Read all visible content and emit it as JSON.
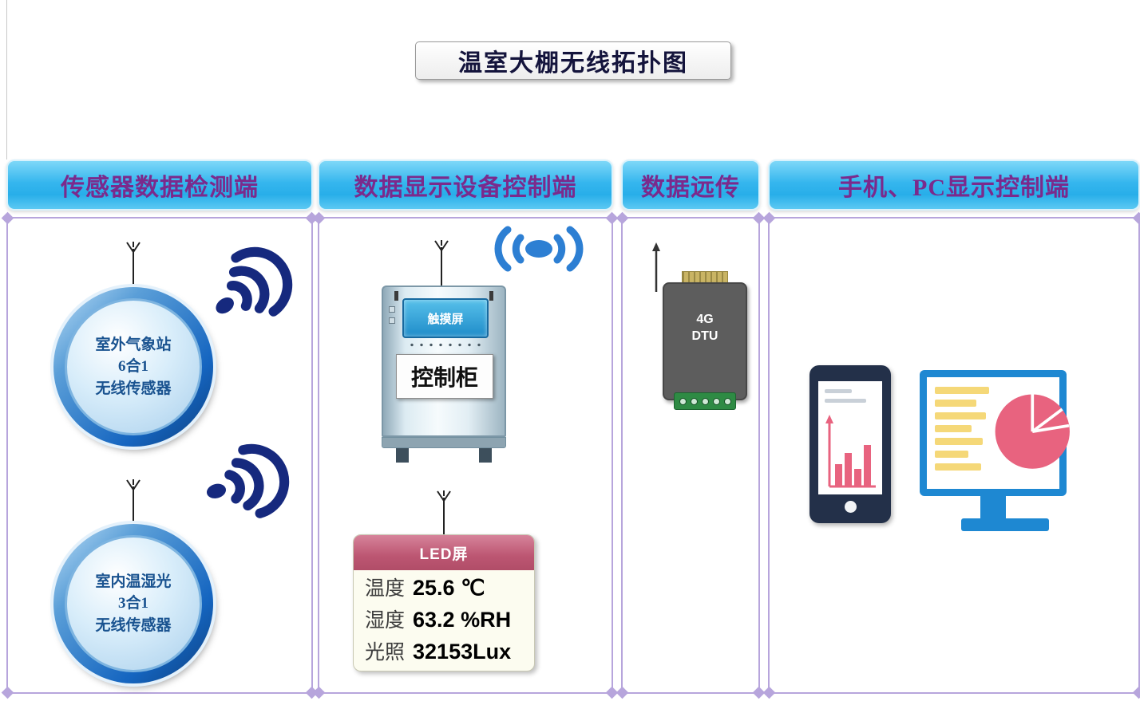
{
  "title": "温室大棚无线拓扑图",
  "columns": {
    "sensors": {
      "header": "传感器数据检测端"
    },
    "display": {
      "header": "数据显示设备控制端"
    },
    "remote": {
      "header": "数据远传"
    },
    "client": {
      "header": "手机、PC显示控制端"
    }
  },
  "sensors": [
    {
      "line1": "室外气象站",
      "line2": "6合1",
      "line3": "无线传感器"
    },
    {
      "line1": "室内温湿光",
      "line2": "3合1",
      "line3": "无线传感器"
    }
  ],
  "cabinet": {
    "screen": "触摸屏",
    "label": "控制柜"
  },
  "dtu": {
    "line1": "4G",
    "line2": "DTU"
  },
  "led": {
    "title": "LED屏",
    "rows": [
      {
        "label": "温度",
        "value": "25.6 ℃"
      },
      {
        "label": "湿度",
        "value": "63.2 %RH"
      },
      {
        "label": "光照",
        "value": "32153Lux"
      }
    ]
  },
  "colors": {
    "header_text": "#7b2a8c",
    "panel_border": "#b7a5dc",
    "wifi_dark": "#16297e",
    "wifi_blue": "#2d7fd3",
    "led_header": "#bc5672",
    "dtu_body": "#5d5d5d",
    "dtu_green": "#2e8b44",
    "phone_body": "#233049",
    "monitor_blue": "#1e88d2",
    "chart_pink": "#e8637f",
    "list_yellow": "#f5d878"
  }
}
